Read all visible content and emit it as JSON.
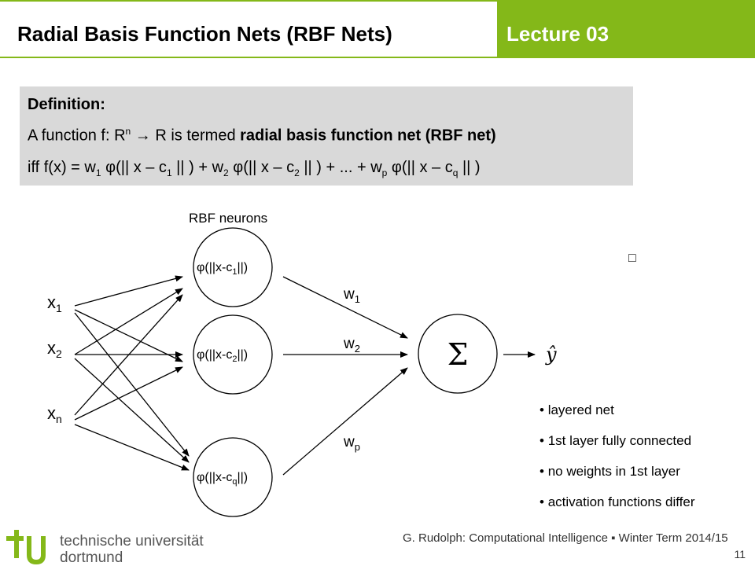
{
  "header": {
    "title": "Radial Basis Function Nets (RBF Nets)",
    "lecture": "Lecture 03",
    "accent_color": "#84b819"
  },
  "definition": {
    "heading": "Definition:",
    "line1_a": "A function f: R",
    "line1_sup": "n",
    "line1_b": " → R is termed ",
    "line1_bold": "radial basis function net (RBF net)",
    "line2_a": "iff f(x) = w",
    "line2_s1": "1",
    "line2_b": " φ(|| x – c",
    "line2_s2": "1",
    "line2_c": " || ) + w",
    "line2_s3": "2",
    "line2_d": " φ(|| x – c",
    "line2_s4": "2",
    "line2_e": " || )  + ... + w",
    "line2_s5": "p",
    "line2_f": " φ(|| x – c",
    "line2_s6": "q",
    "line2_g": " || )",
    "qed": "□"
  },
  "diagram": {
    "rbf_label": "RBF neurons",
    "inputs": [
      {
        "base": "x",
        "sub": "1"
      },
      {
        "base": "x",
        "sub": "2"
      },
      {
        "base": "x",
        "sub": "n"
      }
    ],
    "neurons": [
      {
        "pre": "φ(||x-c",
        "sub": "1",
        "post": "||)"
      },
      {
        "pre": "φ(||x-c",
        "sub": "2",
        "post": "||)"
      },
      {
        "pre": "φ(||x-c",
        "sub": "q",
        "post": "||)"
      }
    ],
    "weights": [
      {
        "base": "w",
        "sub": "1"
      },
      {
        "base": "w",
        "sub": "2"
      },
      {
        "base": "w",
        "sub": "p"
      }
    ],
    "sum_symbol": "Σ",
    "output": "ŷ"
  },
  "bullets": [
    "layered net",
    "1st layer fully connected",
    "no weights in 1st layer",
    "activation functions differ"
  ],
  "footer": {
    "logo_text": "tu",
    "university_line1": "technische universität",
    "university_line2": "dortmund",
    "credit_a": "G. Rudolph: Computational Intelligence",
    "credit_sep": "▪",
    "credit_b": "Winter Term 2014/15",
    "page": "11"
  }
}
